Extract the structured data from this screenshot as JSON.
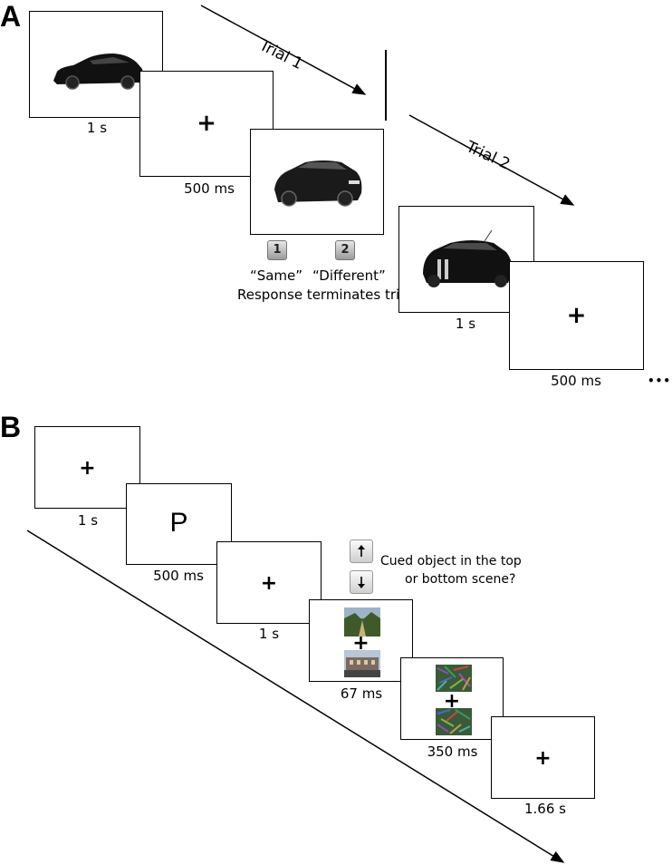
{
  "panels": {
    "a": {
      "label": "A"
    },
    "b": {
      "label": "B"
    }
  },
  "panel_a": {
    "trial1_label": "Trial 1",
    "trial2_label": "Trial 2",
    "caption_car1": "1 s",
    "caption_fix1": "500 ms",
    "key1_label": "1",
    "key2_label": "2",
    "same_label": "“Same”",
    "different_label": "“Different”",
    "response_note": "Response terminates trial",
    "caption_car3": "1 s",
    "caption_fix2": "500 ms",
    "fixation": "+",
    "ellipsis": "•••",
    "car_color": "#111111"
  },
  "panel_b": {
    "fixation": "+",
    "cue_letter": "P",
    "caption_1": "1 s",
    "caption_2": "500 ms",
    "caption_3": "1 s",
    "caption_4": "67 ms",
    "caption_5": "350 ms",
    "caption_6": "1.66 s",
    "question_line1": "Cued object in the top",
    "question_line2": "or bottom scene?",
    "up_icon": "up-arrow-key",
    "down_icon": "down-arrow-key"
  }
}
